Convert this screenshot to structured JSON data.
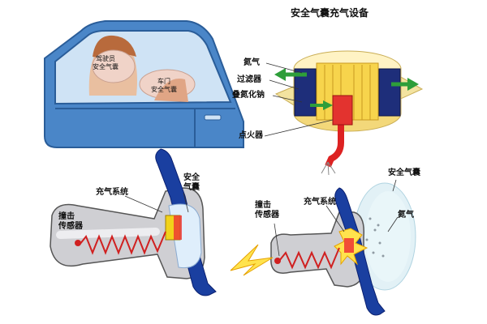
{
  "car": {
    "driver_airbag": [
      "驾驶员",
      "安全气囊"
    ],
    "door_airbag": [
      "车门",
      "安全气囊"
    ]
  },
  "inflator": {
    "title": "安全气囊充气设备",
    "nitrogen": "氮气",
    "filter": "过滤器",
    "sodium_azide": "叠氮化钠",
    "igniter": "点火器"
  },
  "steering_left": {
    "inflation_system": "充气系统",
    "airbag": [
      "安全",
      "气囊"
    ],
    "crash_sensor": [
      "撞击",
      "传感器"
    ]
  },
  "steering_right": {
    "inflation_system": "充气系统",
    "airbag": "安全气囊",
    "crash_sensor": [
      "撞击",
      "传感器"
    ],
    "nitrogen": "氮气"
  },
  "colors": {
    "car_body": "#4a86c8",
    "window": "#cfe3f5",
    "arrow_green": "#2e9e3a",
    "steering_blue": "#1a3fa0",
    "spring_red": "#d02020",
    "base_yellow": "#f3e3a0",
    "flash_yellow": "#ffe34d"
  }
}
